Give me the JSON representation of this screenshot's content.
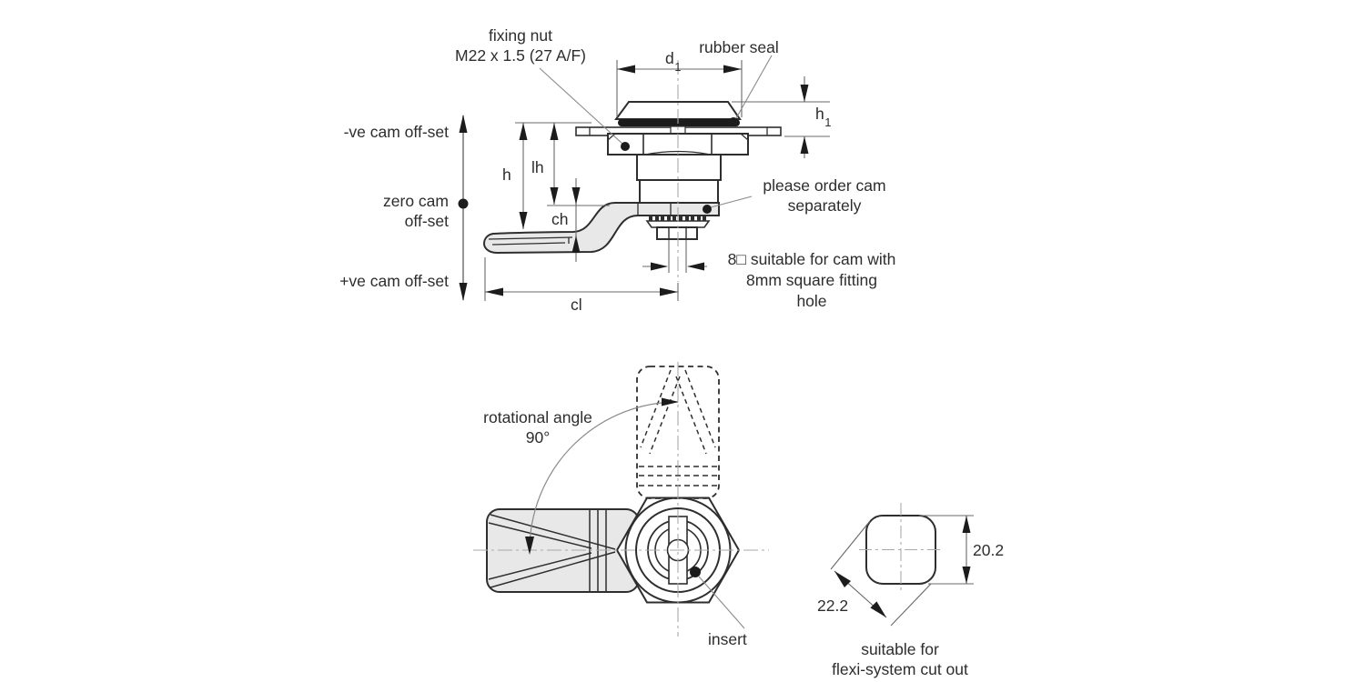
{
  "title": "quarter-turn cam lock technical drawing",
  "colors": {
    "line": "#2e2e2e",
    "dim_line": "#686868",
    "leader": "#8a8a8a",
    "centerline": "#a9a9a9",
    "part_fill": "#e8e8e8",
    "seal_fill": "#1b1b1b"
  },
  "side_view": {
    "fixing_nut": {
      "line1": "fixing nut",
      "line2": "M22 x 1.5 (27 A/F)"
    },
    "rubber_seal": "rubber seal",
    "dim_d1": {
      "base": "d",
      "sub": "1"
    },
    "dim_h1": {
      "base": "h",
      "sub": "1"
    },
    "offsets": {
      "negative": "-ve cam off-set",
      "zero_line1": "zero cam",
      "zero_line2": "off-set",
      "positive": "+ve cam off-set"
    },
    "dim_h": "h",
    "dim_lh": "lh",
    "dim_ch": "ch",
    "dim_cl": "cl",
    "order_cam": {
      "line1": "please order cam",
      "line2": "separately"
    },
    "square_note": {
      "line1": "8□ suitable for cam with",
      "line2": "8mm square fitting",
      "line3": "hole"
    }
  },
  "front_view": {
    "rotation": {
      "line1": "rotational angle",
      "line2": "90°"
    },
    "insert": "insert"
  },
  "cutout_view": {
    "height_dim": "20.2",
    "diagonal_dim": "22.2",
    "note": {
      "line1": "suitable for",
      "line2": "flexi-system cut out"
    }
  }
}
